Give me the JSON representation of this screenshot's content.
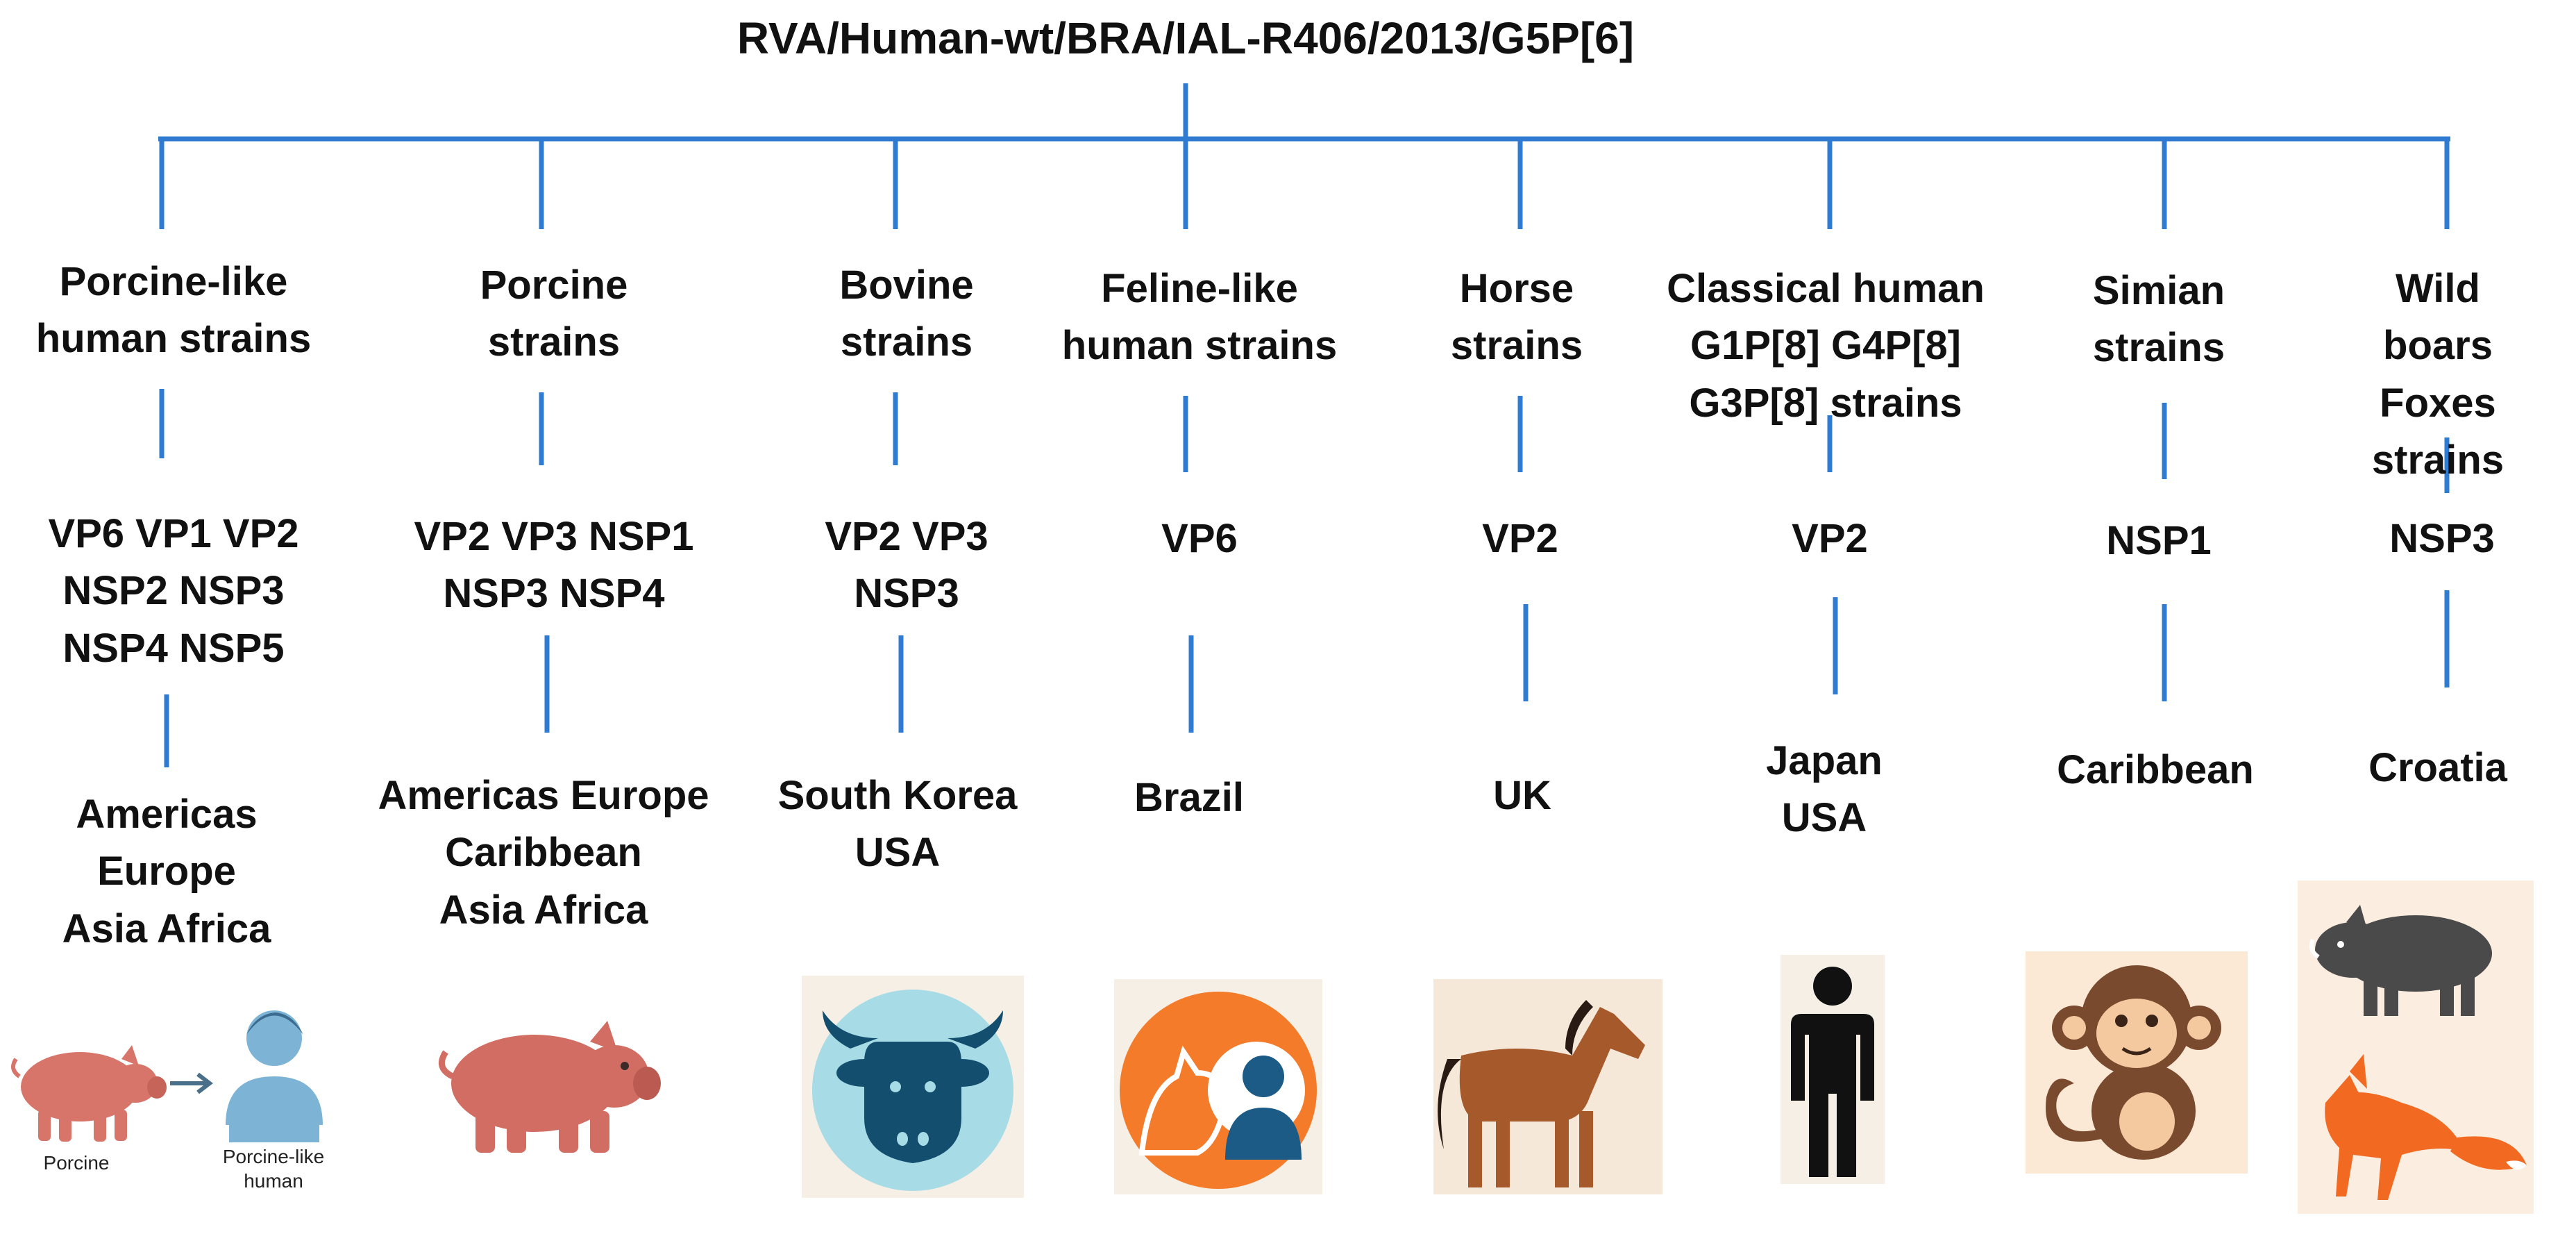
{
  "root": {
    "label": "RVA/Human-wt/BRA/IAL-R406/2013/G5P[6]"
  },
  "colors": {
    "connector": "#2f7bd1",
    "text": "#111111"
  },
  "branches": [
    {
      "strain": "Porcine-like\nhuman strains",
      "genes": "VP6 VP1 VP2\nNSP2 NSP3\nNSP4 NSP5",
      "regions": "Americas\nEurope\nAsia    Africa",
      "icon": "pig-to-human-icon"
    },
    {
      "strain": "Porcine\nstrains",
      "genes": "VP2 VP3 NSP1\nNSP3 NSP4",
      "regions": "Americas   Europe\nCaribbean\nAsia    Africa",
      "icon": "pig-icon"
    },
    {
      "strain": "Bovine\nstrains",
      "genes": "VP2 VP3\nNSP3",
      "regions": "South Korea\nUSA",
      "icon": "cow-icon"
    },
    {
      "strain": "Feline-like\nhuman strains",
      "genes": "VP6",
      "regions": "Brazil",
      "icon": "cat-human-icon"
    },
    {
      "strain": "Horse\nstrains",
      "genes": "VP2",
      "regions": "UK",
      "icon": "horse-icon"
    },
    {
      "strain": "Classical human\nG1P[8] G4P[8]\nG3P[8] strains",
      "genes": "VP2",
      "regions": "Japan\nUSA",
      "icon": "human-icon"
    },
    {
      "strain": "Simian\nstrains",
      "genes": "NSP1",
      "regions": "Caribbean",
      "icon": "monkey-icon"
    },
    {
      "strain": "Wild boars\nFoxes\nstrains",
      "genes": "NSP3",
      "regions": "Croatia",
      "icon": "boar-fox-icon"
    }
  ],
  "icon_captions": {
    "porcine": "Porcine",
    "porcine_like_human": "Porcine-like\nhuman"
  }
}
